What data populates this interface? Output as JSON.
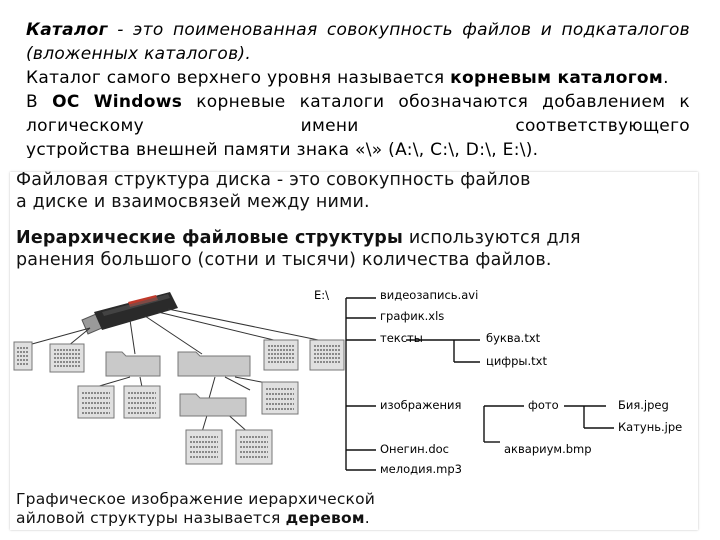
{
  "text_block": {
    "p1_term": "Каталог",
    "p1_rest": " - это поименованная совокупность файлов и подкаталогов (вложенных каталогов).",
    "p2_start": "Каталог самого верхнего уровня называется ",
    "p2_bold": "корневым каталогом",
    "p2_end": ".",
    "p3_a": "В ",
    "p3_os": "ОС",
    "p3_b": " ",
    "p3_win": "Windows",
    "p3_c": " корневые каталоги обозначаются добавлением к логическому имени соответствующего",
    "p3_d": "устройства внешней памяти знака «\\» (A:\\, C:\\, D:\\, E:\\)."
  },
  "picture": {
    "line1": "Файловая структура диска - это совокупность файлов",
    "line2": "а диске и взаимосвязей между ними.",
    "line3_bold": "Иерархические файловые структуры",
    "line3_rest": " используются для",
    "line4": "ранения большого (сотни и тысячи) количества файлов.",
    "caption1": "Графическое изображение иерархической",
    "caption2_start": "айловой структуры называется ",
    "caption2_bold": "деревом",
    "caption2_end": "."
  },
  "tree": {
    "root": "E:\\",
    "file1": "видеозапись.avi",
    "file2": "график.xls",
    "folder_texts": "тексты",
    "file_bukva": "буква.txt",
    "file_cifry": "цифры.txt",
    "folder_images": "изображения",
    "folder_photo": "фото",
    "file_biya": "Бия.jpeg",
    "file_katun": "Катунь.jpe",
    "file_onegin": "Онегин.doc",
    "file_aquarium": "аквариум.bmp",
    "file_melody": "мелодия.mp3"
  },
  "colors": {
    "folder_fill": "#c9c9c9",
    "doc_fill": "#e0e0e0",
    "usb_body": "#2a2a2a",
    "usb_accent": "#c0392b"
  }
}
